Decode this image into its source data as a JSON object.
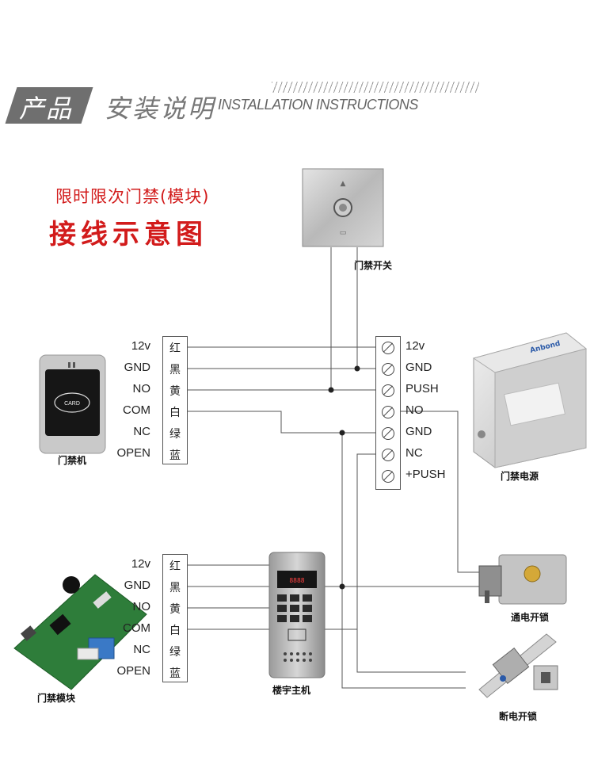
{
  "header": {
    "tab_product": "产品",
    "tab_install": "安装说明",
    "tab_install_en": "INSTALLATION INSTRUCTIONS"
  },
  "title": {
    "line1": "限时限次门禁(模块)",
    "line2": "接线示意图"
  },
  "captions": {
    "exit_button": "门禁开关",
    "card_reader": "门禁机",
    "power_supply": "门禁电源",
    "module": "门禁模块",
    "intercom": "楼宇主机",
    "lock_power_on": "通电开锁",
    "lock_power_off": "断电开锁"
  },
  "reader_wires": {
    "labels": [
      "12v",
      "GND",
      "NO",
      "COM",
      "NC",
      "OPEN"
    ],
    "colors": [
      "红",
      "黑",
      "黄",
      "白",
      "绿",
      "蓝"
    ]
  },
  "module_wires": {
    "labels": [
      "12v",
      "GND",
      "NO",
      "COM",
      "NC",
      "OPEN"
    ],
    "colors": [
      "红",
      "黑",
      "黄",
      "白",
      "绿",
      "蓝"
    ]
  },
  "power_terminals": [
    "12v",
    "GND",
    "PUSH",
    "NO",
    "GND",
    "NC",
    "+PUSH"
  ],
  "device_text": {
    "reader_card": "CARD",
    "power_brand": "Anbond"
  }
}
